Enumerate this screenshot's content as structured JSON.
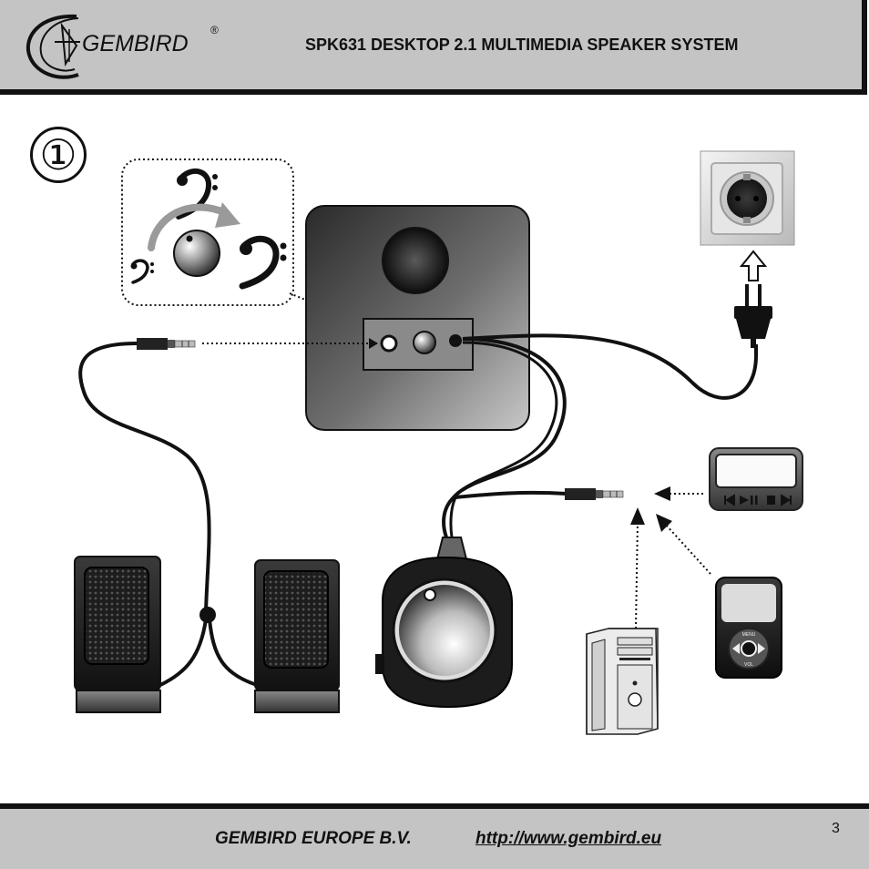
{
  "header": {
    "brand_name": "GEMBIRD",
    "brand_mark": "®",
    "title": "SPK631 DESKTOP 2.1 MULTIMEDIA SPEAKER SYSTEM"
  },
  "step": {
    "number": "①"
  },
  "diagram": {
    "icons": [
      "bass-clef-icon",
      "volume-knob-icon",
      "wall-socket-icon",
      "power-plug-icon",
      "audio-jack-icon",
      "cd-player-icon",
      "mp3-player-icon",
      "desktop-pc-icon",
      "satellite-speaker-icon",
      "subwoofer-icon",
      "volume-control-pod-icon"
    ],
    "mp3_labels": {
      "top": "MENU",
      "bottom": "VOL"
    }
  },
  "footer": {
    "company": "GEMBIRD EUROPE B.V.",
    "url": "http://www.gembird.eu",
    "page_number": "3"
  }
}
